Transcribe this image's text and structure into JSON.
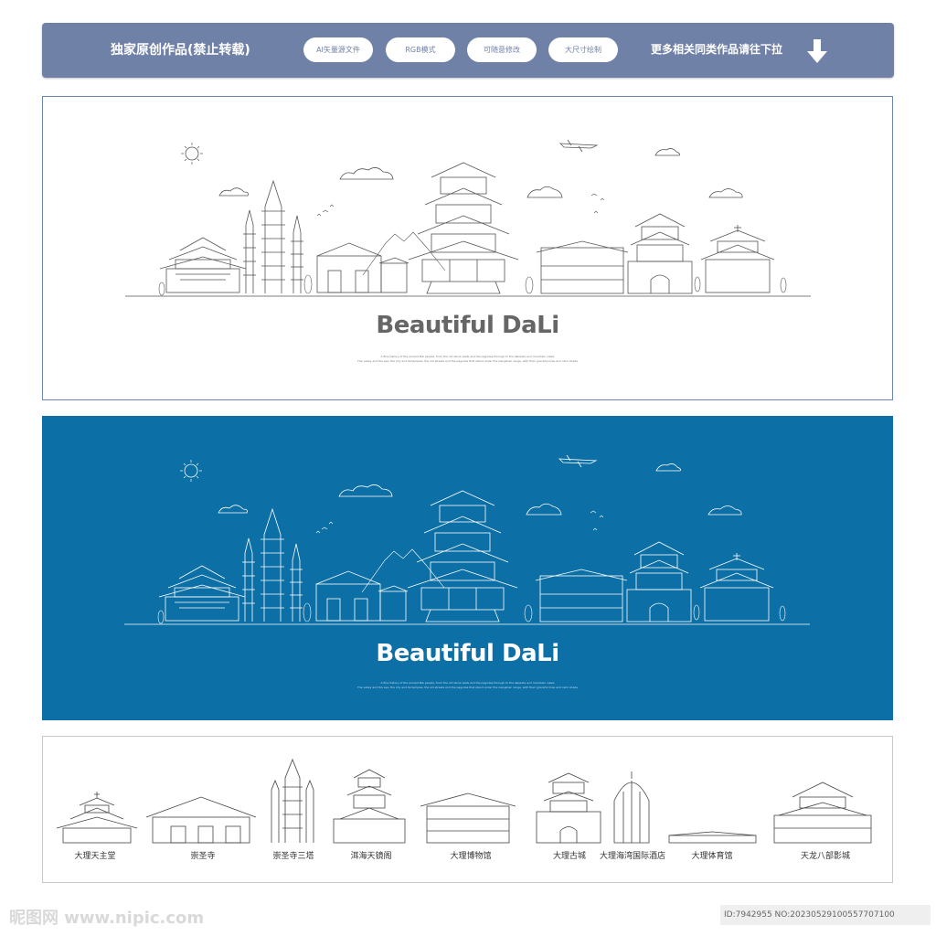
{
  "header": {
    "title": "独家原创作品(禁止转载)",
    "pills": [
      "AI矢量源文件",
      "RGB模式",
      "可随意修改",
      "大尺寸绘制"
    ],
    "more": "更多相关同类作品请往下拉"
  },
  "banner": {
    "brand": "Beautiful DaLi",
    "fine_line1": "A fine history of the ancient Bai people, from the old stone walls and the pagodas through to the lakeside and mountain views",
    "fine_line2": "The valley and the sea, the city and its temples, the old streets and the pagodas that stand under the Cangshan range, with their graceful lines and calm shade"
  },
  "buildings": {
    "labels": [
      "大理天主堂",
      "崇圣寺",
      "崇圣寺三塔",
      "洱海天镜阁",
      "大理博物馆",
      "大理古城",
      "大理海湾国际酒店",
      "大理体育馆",
      "天龙八部影城"
    ]
  },
  "watermark": {
    "left": "昵图网 www.nipic.com",
    "right": "ID:7942955 NO:20230529100557707100"
  },
  "colors": {
    "header_bg": "#7081a8",
    "blue_panel": "#0c6fa5",
    "frame_border": "#6c86b4"
  }
}
